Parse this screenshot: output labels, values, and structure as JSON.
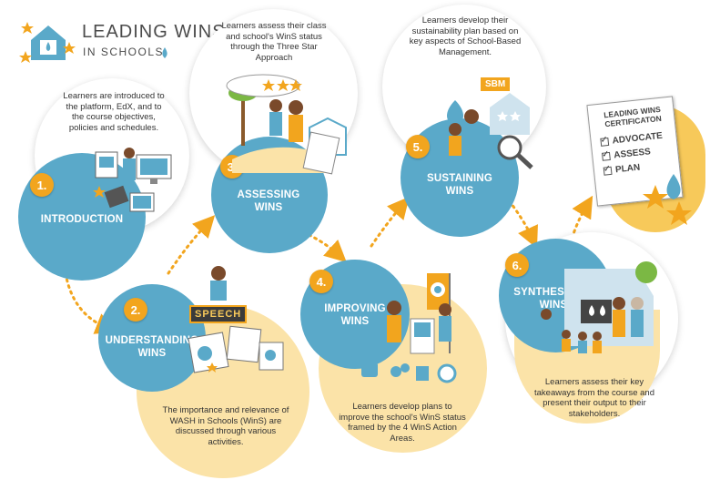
{
  "logo": {
    "line1": "LEADING WINS",
    "line2": "IN SCHOOLS"
  },
  "stages": [
    {
      "number": "1.",
      "title": "INTRODUCTION",
      "description": "Learners are introduced to the platform, EdX, and to the course objectives, policies and schedules."
    },
    {
      "number": "2.",
      "title_line1": "UNDERSTANDING",
      "title_line2": "WINS",
      "description": "The importance and relevance of WASH in Schools (WinS) are discussed through various activities."
    },
    {
      "number": "3.",
      "title_line1": "ASSESSING",
      "title_line2": "WINS",
      "description": "Learners assess their class and school's WinS status through the Three Star Approach"
    },
    {
      "number": "4.",
      "title_line1": "IMPROVING",
      "title_line2": "WINS",
      "description": "Learners develop plans to improve the school's WinS status framed by the 4 WinS Action Areas."
    },
    {
      "number": "5.",
      "title_line1": "SUSTAINING",
      "title_line2": "WINS",
      "description": "Learners develop their sustainability plan based on key aspects of School-Based Management."
    },
    {
      "number": "6.",
      "title_line1": "SYNTHESIZING",
      "title_line2": "WINS",
      "description": "Learners assess their key takeaways from the course and present their output to their stakeholders."
    }
  ],
  "certificate": {
    "title": "LEADING WINS CERTIFICATON",
    "items": [
      "ADVOCATE",
      "ASSESS",
      "PLAN"
    ]
  },
  "signs": {
    "speech": "SPEECH",
    "sbm": "SBM"
  },
  "colors": {
    "blue": "#5aa9c9",
    "orange": "#f2a51e",
    "cream": "#fbe3a8",
    "gold": "#f7c95a"
  }
}
